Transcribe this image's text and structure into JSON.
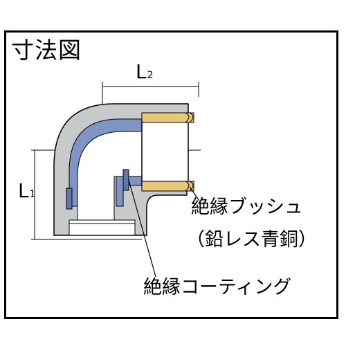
{
  "title": "寸法図",
  "dimensions": {
    "l2": {
      "letter": "L",
      "subscript": "2"
    },
    "l1": {
      "letter": "L",
      "subscript": "1"
    }
  },
  "labels": {
    "bushing_line1": "絶縁ブッシュ",
    "bushing_line2": "（鉛レス青銅）",
    "coating": "絶縁コーティング"
  },
  "colors": {
    "body": "#c7c9cb",
    "coating": "#7f96c4",
    "bushing": "#e6c878",
    "outline": "#000000",
    "background": "#ffffff"
  }
}
